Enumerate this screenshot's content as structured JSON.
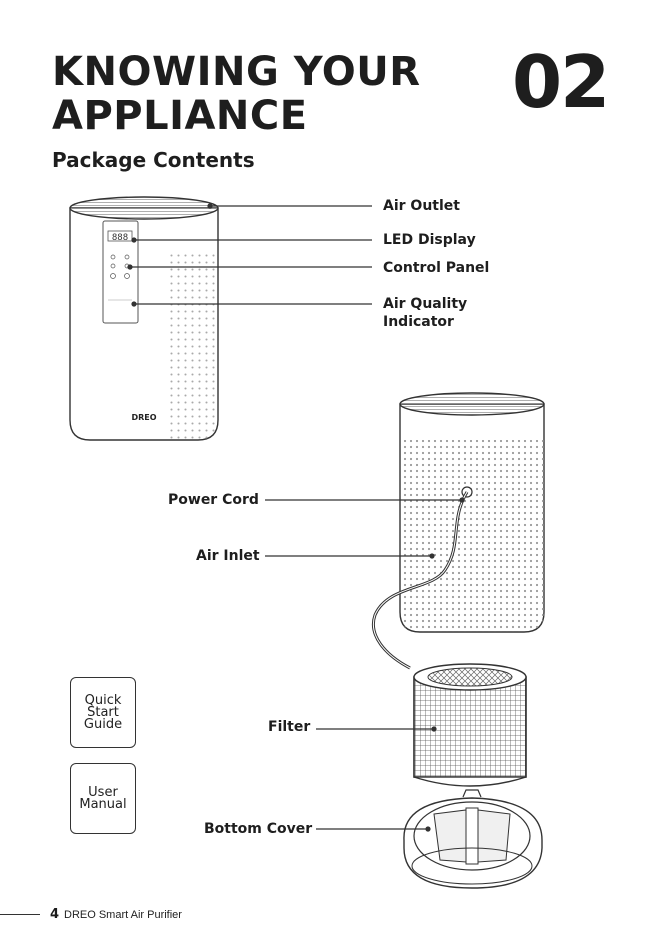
{
  "header": {
    "title_line1": "KNOWING YOUR",
    "title_line2": "APPLIANCE",
    "chapter_number": "02",
    "subtitle": "Package Contents"
  },
  "callouts": {
    "air_outlet": "Air Outlet",
    "led_display": "LED Display",
    "control_panel": "Control Panel",
    "air_quality_line1": "Air Quality",
    "air_quality_line2": "Indicator",
    "power_cord": "Power Cord",
    "air_inlet": "Air Inlet",
    "filter": "Filter",
    "bottom_cover": "Bottom Cover"
  },
  "brand_logo": "DREO",
  "booklets": {
    "quick_start": [
      "Quick",
      "Start",
      "Guide"
    ],
    "user_manual": [
      "User",
      "Manual"
    ]
  },
  "footer": {
    "page_number": "4",
    "text": "DREO Smart Air Purifier"
  }
}
